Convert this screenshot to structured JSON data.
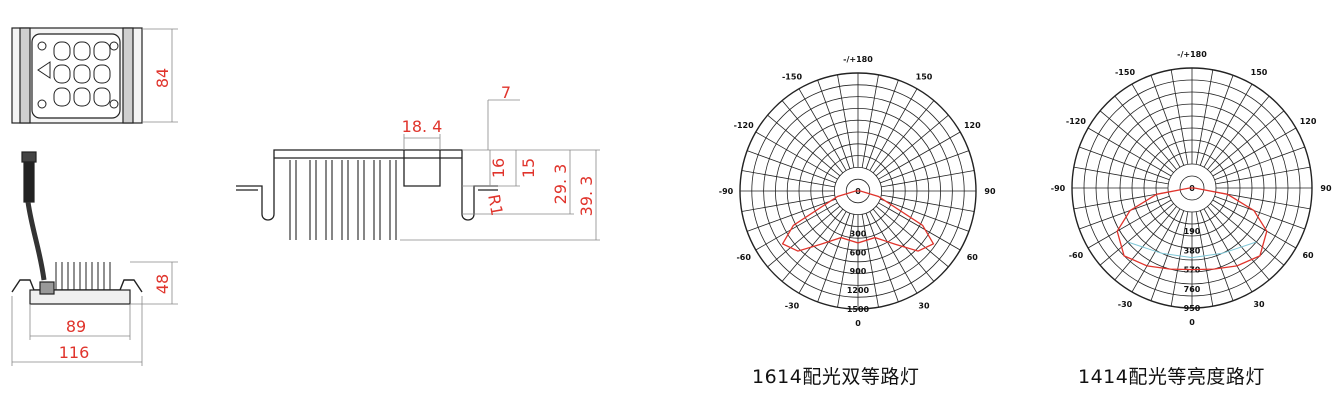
{
  "dimensions": {
    "top_view_height": "84",
    "side_view_height": "48",
    "inner_width": "89",
    "outer_width": "116",
    "section_width": "18. 4",
    "section_offset": "7",
    "section_h1": "16",
    "section_h2": "15",
    "section_h3": "29. 3",
    "section_h4": "39. 3",
    "section_radius": "R1"
  },
  "polar_charts": [
    {
      "caption": "1614配光双等路灯",
      "angle_labels": [
        "-/+180",
        "150",
        "120",
        "90",
        "60",
        "30",
        "0",
        "-30",
        "-60",
        "-90",
        "-120",
        "-150"
      ],
      "radial_labels": [
        "0",
        "300",
        "600",
        "900",
        "1200",
        "1500"
      ],
      "curve_color": "#e0342c"
    },
    {
      "caption": "1414配光等亮度路灯",
      "angle_labels": [
        "-/+180",
        "150",
        "120",
        "90",
        "60",
        "30",
        "0",
        "-30",
        "-60",
        "-90",
        "-120",
        "-150"
      ],
      "radial_labels": [
        "0",
        "190",
        "380",
        "570",
        "760",
        "950"
      ],
      "curve_color": "#e0342c",
      "secondary_color": "#7fc8d8"
    }
  ]
}
